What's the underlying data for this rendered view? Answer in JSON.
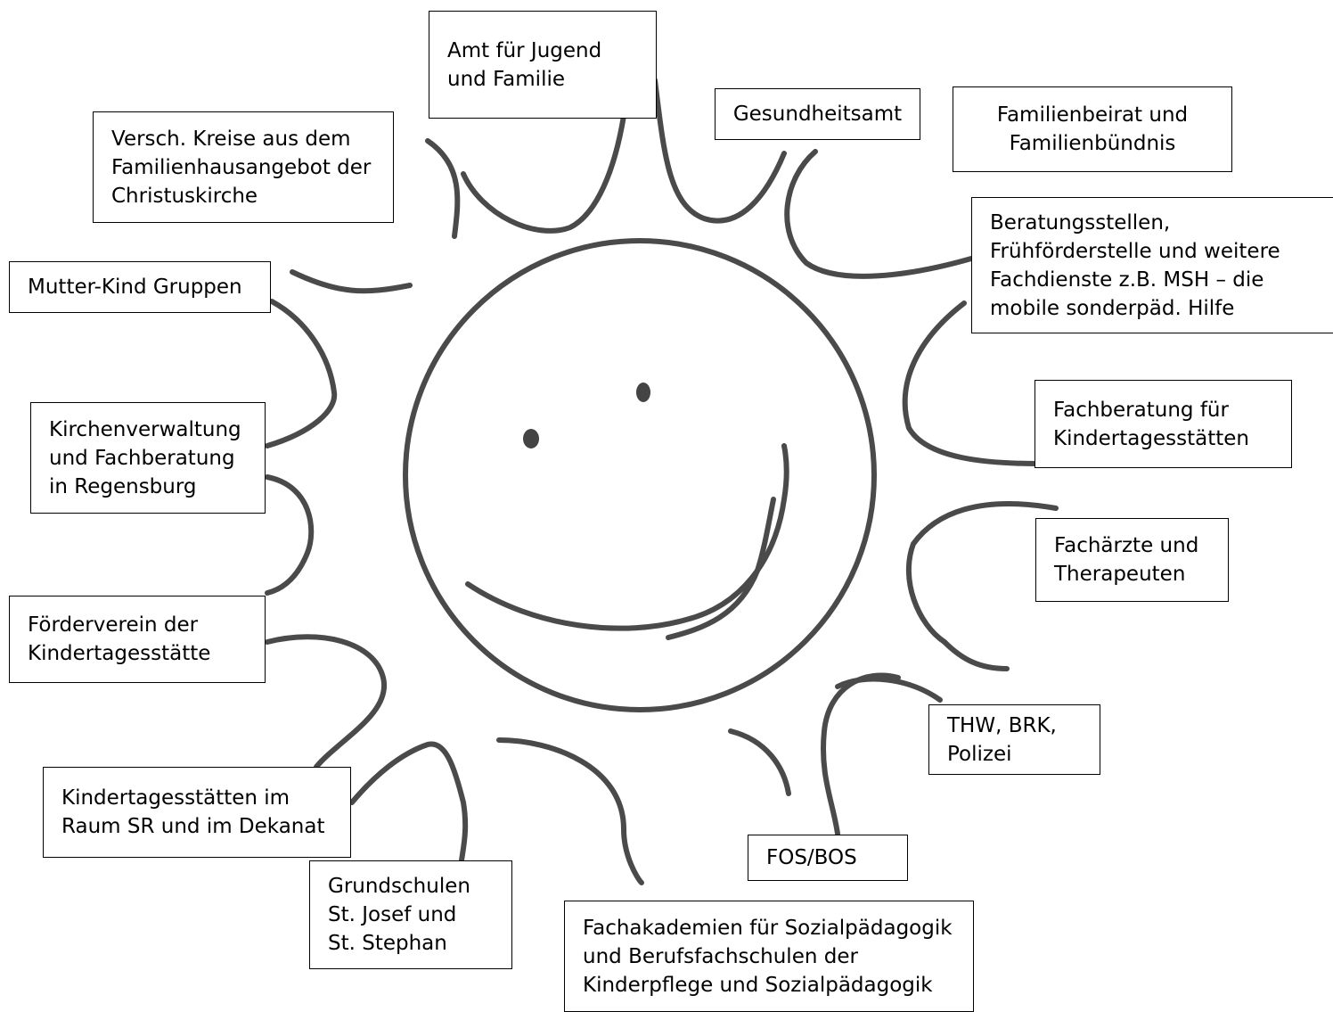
{
  "boxes": {
    "amt": "Amt für Jugend\nund Familie",
    "gesundheit": "Gesundheitsamt",
    "familienbeirat": "Familienbeirat und\nFamilienbündnis",
    "kreise": "Versch. Kreise aus dem\nFamilienhausangebot der\nChristuskirche",
    "mutter": "Mutter-Kind Gruppen",
    "beratung": "Beratungsstellen,\nFrühförderstelle und weitere\nFachdienste z.B. MSH – die\nmobile sonderpäd. Hilfe",
    "kirchen": "Kirchenverwaltung\nund Fachberatung\nin Regensburg",
    "fachberatung": "Fachberatung für\nKindertagesstätten",
    "foerder": "Förderverein der\nKindertagesstätte",
    "aerzte": "Fachärzte und\nTherapeuten",
    "thw": "THW, BRK,\nPolizei",
    "kita": "Kindertagesstätten im\nRaum SR und im Dekanat",
    "fos": "FOS/BOS",
    "grund": "Grundschulen\nSt. Josef und\nSt. Stephan",
    "akademie": "Fachakademien für Sozialpädagogik\nund Berufsfachschulen der\nKinderpflege und Sozialpädagogik"
  }
}
